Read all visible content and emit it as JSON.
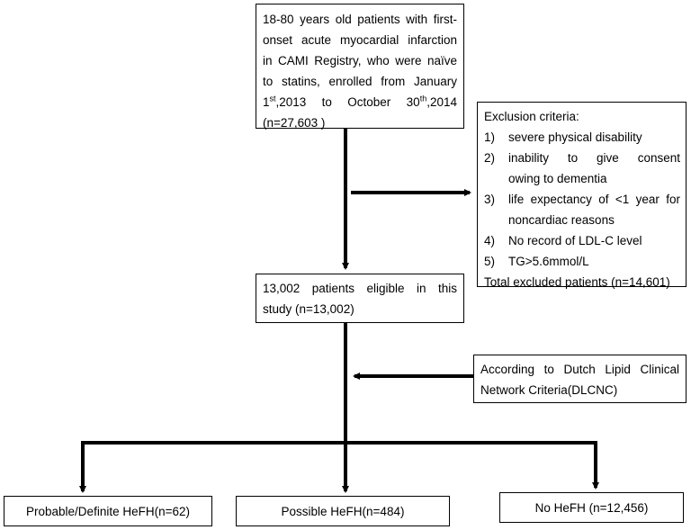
{
  "top_box": {
    "line1": "18-80 years old patients with first-",
    "line2": "onset acute myocardial infarction",
    "line3": "in CAMI Registry, who were naïve",
    "line4": "to statins, enrolled from January",
    "line5_a": "1",
    "line5_sup_a": "st",
    "line5_b": ",2013  to  October  30",
    "line5_sup_b": "th",
    "line5_c": ",2014",
    "line6": "(n=27,603 )"
  },
  "exclusion": {
    "title": "Exclusion criteria:",
    "items": [
      {
        "num": "1)",
        "lines": [
          "severe physical disability"
        ]
      },
      {
        "num": "2)",
        "lines": [
          "inability to give consent",
          "owing to dementia"
        ]
      },
      {
        "num": "3)",
        "lines": [
          "life expectancy of <1 year for",
          "noncardiac reasons"
        ]
      },
      {
        "num": "4)",
        "lines": [
          "No record of LDL-C level"
        ]
      },
      {
        "num": "5)",
        "lines": [
          "TG>5.6mmol/L"
        ]
      }
    ],
    "total": "Total excluded patients (n=14,601)"
  },
  "eligible_box": {
    "line1": "13,002 patients eligible in this",
    "line2": "study (n=13,002)"
  },
  "criteria_box": {
    "line1": "According to Dutch Lipid Clinical",
    "line2": "Network Criteria(DLCNC)"
  },
  "outcomes": [
    {
      "label": "Probable/Definite HeFH(n=62)"
    },
    {
      "label": "Possible HeFH(n=484)"
    },
    {
      "label": "No HeFH (n=12,456)"
    }
  ]
}
